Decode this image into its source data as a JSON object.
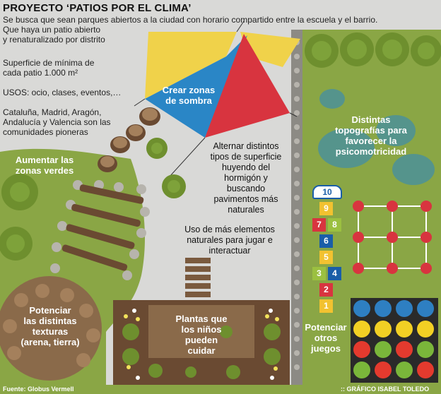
{
  "title": "PROYECTO ‘PATIOS POR EL CLIMA’",
  "intro": [
    "Se busca que sean parques abiertos a la ciudad con horario compartido entre la escuela y el barrio.",
    "Que haya un patio abierto",
    "y renaturalizado por distrito"
  ],
  "surface_note": [
    "Superficie de mínima de",
    "cada patio 1.000 m²"
  ],
  "uses_note": "USOS: ocio, clases, eventos,…",
  "regions_note": [
    "Cataluña, Madrid, Aragón,",
    "Andalucía y Valencia son las",
    "comunidades pioneras"
  ],
  "labels": {
    "shade": [
      "Crear zonas",
      "de sombra"
    ],
    "surfaces": [
      "Alternar distintos",
      "tipos de superficie",
      "huyendo del",
      "hormigón y",
      "buscando",
      "pavimentos más",
      "naturales"
    ],
    "green": [
      "Aumentar las",
      "zonas verdes"
    ],
    "topo": [
      "Distintas",
      "topografías para",
      "favorecer la",
      "psicomotricidad"
    ],
    "natural_elements": [
      "Uso de más elementos",
      "naturales para jugar e",
      "interactuar"
    ],
    "textures": [
      "Potenciar",
      "las distintas",
      "texturas",
      "(arena, tierra)"
    ],
    "plants": [
      "Plantas que",
      "los niños",
      "pueden",
      "cuidar"
    ],
    "games": [
      "Potenciar",
      "otros",
      "juegos"
    ]
  },
  "hopscotch": [
    "10",
    "9",
    "7",
    "8",
    "6",
    "5",
    "3",
    "4",
    "2",
    "1"
  ],
  "colors": {
    "grass": "#8aa645",
    "paving": "#d9d9d7",
    "path_blue": "#1a6fb5",
    "sail_yellow": "#f0d24a",
    "sail_blue": "#2a86c6",
    "sail_red": "#d8343f",
    "wood": "#6a4a32",
    "twister": [
      "#f2d024",
      "#e43a2e",
      "#2e7fc2",
      "#7ab63a"
    ]
  },
  "footer": {
    "source": "Fuente: Globus Vermell",
    "credit": ":: GRÁFICO ISABEL TOLEDO"
  }
}
